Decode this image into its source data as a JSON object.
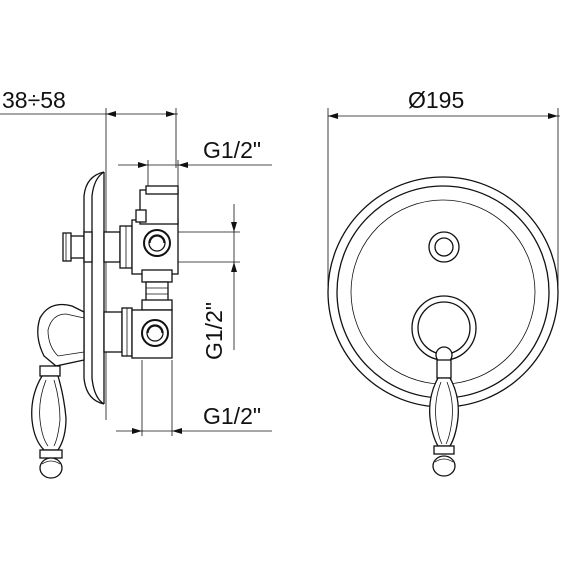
{
  "drawing": {
    "dimensions": {
      "depth_range": "38÷58",
      "diameter": "Ø195",
      "thread_top": "G1/2\"",
      "thread_middle": "G1/2\"",
      "thread_bottom": "G1/2\""
    }
  }
}
